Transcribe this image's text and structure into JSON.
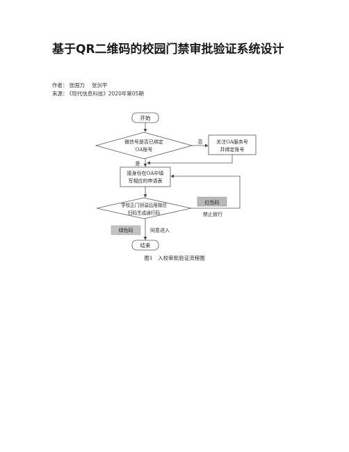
{
  "article": {
    "title": "基于QR二维码的校园门禁审批验证系统设计",
    "author_label": "作者：",
    "authors": [
      "张国力",
      "张剑平"
    ],
    "source_label": "来源：",
    "source": "《现代信息科技》2020年第05期"
  },
  "flowchart": {
    "start": "开始",
    "decision1": [
      "微信号是否已绑定",
      "OA账号"
    ],
    "no_label": "否",
    "follow": [
      "关注OA服务号",
      "并绑定账号"
    ],
    "yes_label": "是",
    "fill_form": [
      "接身份在OA中填",
      "写相应的申请表"
    ],
    "red_code": "红色码",
    "decision2": [
      "学校正门测温后用微信",
      "扫码生成通行码"
    ],
    "deny": "禁止放行",
    "green_code": "绿色码",
    "allow": "同意进入",
    "end": "结束",
    "caption": "图1　入校审批验证流程图"
  }
}
